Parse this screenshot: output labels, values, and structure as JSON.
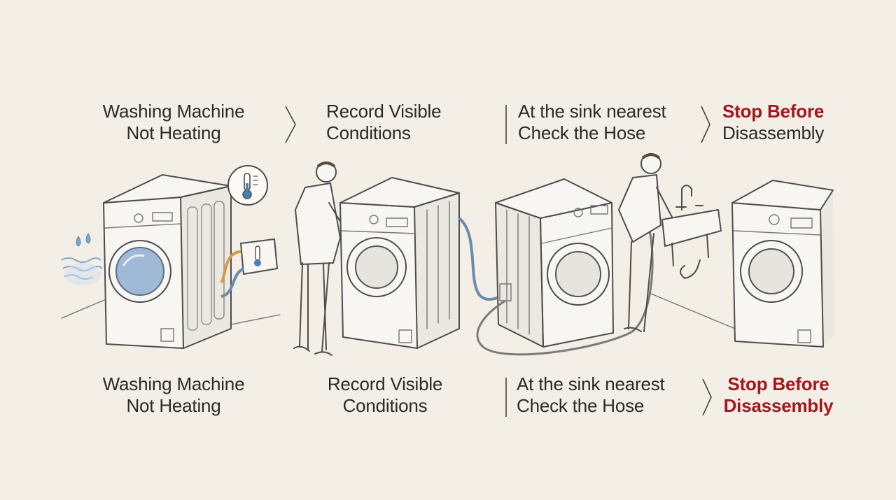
{
  "top_labels": [
    {
      "line1": "Washing Machine",
      "line2": "Not Heating"
    },
    {
      "line1": "Record Visible",
      "line2": "Conditions"
    },
    {
      "line1": "At the sink nearest",
      "line2": "Check the Hose"
    },
    {
      "line1": "Stop Before",
      "line2": "Disassembly"
    }
  ],
  "bottom_labels": [
    {
      "line1": "Washing Machine",
      "line2": "Not Heating"
    },
    {
      "line1": "Record Visible",
      "line2": "Conditions"
    },
    {
      "line1": "At the sink nearest",
      "line2": "Check the Hose"
    },
    {
      "line1": "Stop Before",
      "line2": "Disassembly"
    }
  ],
  "colors": {
    "background": "#f3efe6",
    "text": "#2a2a2a",
    "alert": "#a3161d",
    "cold_water": "#7aa7cf",
    "heat": "#e3a64a"
  },
  "icons": [
    "thermometer-icon",
    "water-drops-icon",
    "chevron-right-icon"
  ]
}
